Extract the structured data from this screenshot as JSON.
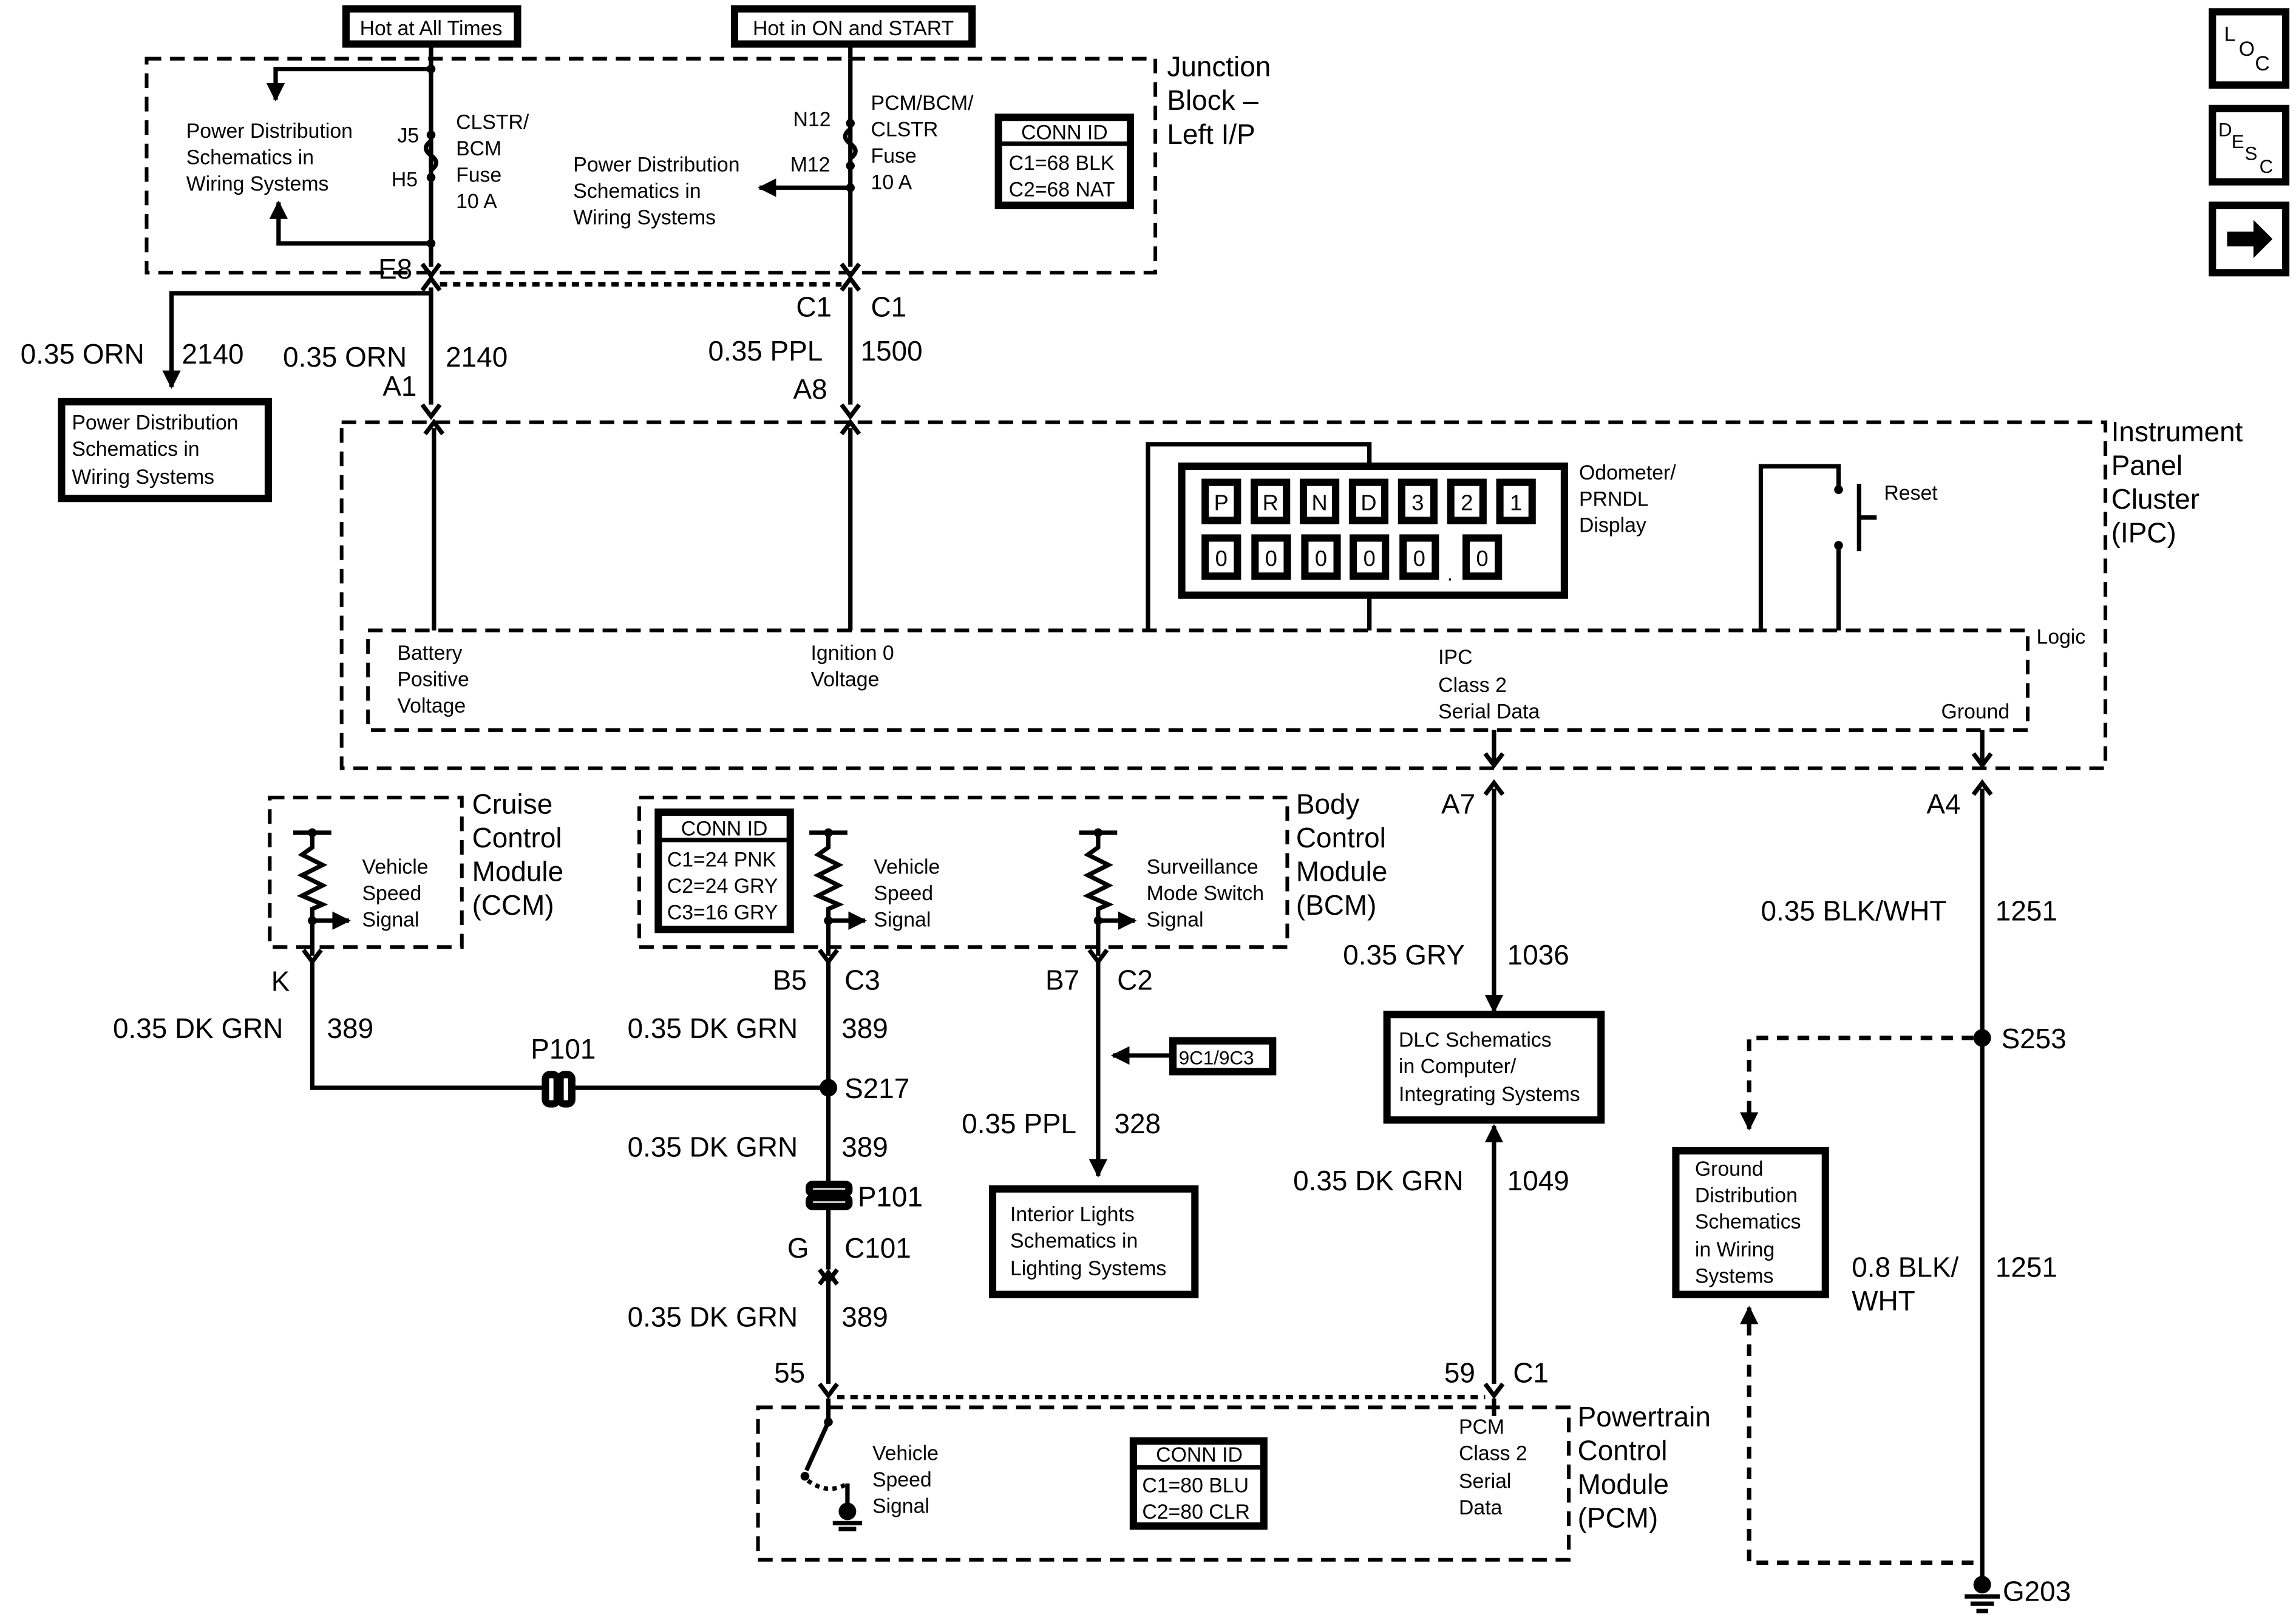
{
  "nav": {
    "loc_icon": "loc-icon",
    "desc_icon": "desc-icon",
    "next_icon": "arrow-right-icon"
  },
  "headers": {
    "hot_all_times": "Hot at All Times",
    "hot_on_start": "Hot in ON and START"
  },
  "junction_block": {
    "title_lines": [
      "Junction",
      "Block –",
      "Left I/P"
    ],
    "left_ref_lines": [
      "Power Distribution",
      "Schematics in",
      "Wiring Systems"
    ],
    "mid_ref_lines": [
      "Power Distribution",
      "Schematics in",
      "Wiring Systems"
    ],
    "fuse1_lines": [
      "CLSTR/",
      "BCM",
      "Fuse",
      "10 A"
    ],
    "fuse1_pins": [
      "J5",
      "H5"
    ],
    "fuse2_lines": [
      "PCM/BCM/",
      "CLSTR",
      "Fuse",
      "10 A"
    ],
    "fuse2_pins": [
      "N12",
      "M12"
    ],
    "conn_id_title": "CONN ID",
    "conn_id_lines": [
      "C1=68 BLK",
      "C2=68 NAT"
    ]
  },
  "wires": {
    "e8": "E8",
    "c1_left": "C1",
    "c1_right": "C1",
    "branch_orn_color": "0.35 ORN",
    "branch_orn_circuit": "2140",
    "orn_color": "0.35 ORN",
    "orn_circuit": "2140",
    "ppl_color": "0.35 PPL",
    "ppl_circuit": "1500",
    "a1": "A1",
    "a8": "A8",
    "pd_box_lines": [
      "Power Distribution",
      "Schematics in",
      "Wiring Systems"
    ]
  },
  "ipc": {
    "title_lines": [
      "Instrument",
      "Panel",
      "Cluster",
      "(IPC)"
    ],
    "prndl_chars": [
      "P",
      "R",
      "N",
      "D",
      "3",
      "2",
      "1"
    ],
    "odometer_digits": [
      "0",
      "0",
      "0",
      "0",
      "0",
      "0"
    ],
    "decimal_point": ".",
    "display_lines": [
      "Odometer/",
      "PRNDL",
      "Display"
    ],
    "reset": "Reset",
    "logic": "Logic",
    "battery_lines": [
      "Battery",
      "Positive",
      "Voltage"
    ],
    "ignition_lines": [
      "Ignition 0",
      "Voltage"
    ],
    "serial_lines": [
      "IPC",
      "Class 2",
      "Serial Data"
    ],
    "ground": "Ground"
  },
  "ccm": {
    "title_lines": [
      "Cruise",
      "Control",
      "Module",
      "(CCM)"
    ],
    "signal_lines": [
      "Vehicle",
      "Speed",
      "Signal"
    ],
    "pin": "K"
  },
  "bcm": {
    "title_lines": [
      "Body",
      "Control",
      "Module",
      "(BCM)"
    ],
    "conn_id_title": "CONN ID",
    "conn_id_lines": [
      "C1=24 PNK",
      "C2=24 GRY",
      "C3=16 GRY"
    ],
    "vss_lines": [
      "Vehicle",
      "Speed",
      "Signal"
    ],
    "surv_lines": [
      "Surveillance",
      "Mode Switch",
      "Signal"
    ],
    "pin_b5": "B5",
    "pin_c3": "C3",
    "pin_b7": "B7",
    "pin_c2": "C2"
  },
  "circuits": {
    "k_color": "0.35 DK GRN",
    "k_circuit": "389",
    "b5_color": "0.35 DK GRN",
    "b5_circuit": "389",
    "p101_a": "P101",
    "s217": "S217",
    "mid_color": "0.35 DK GRN",
    "mid_circuit": "389",
    "p101_b": "P101",
    "g": "G",
    "c101": "C101",
    "low_color": "0.35 DK GRN",
    "low_circuit": "389",
    "pin_55": "55",
    "ppl_color": "0.35 PPL",
    "ppl_circuit": "328",
    "ref_9c": "9C1/9C3",
    "interior_lines": [
      "Interior Lights",
      "Schematics in",
      "Lighting Systems"
    ],
    "a7": "A7",
    "gry_color": "0.35 GRY",
    "gry_circuit": "1036",
    "dlc_lines": [
      "DLC Schematics",
      "in Computer/",
      "Integrating Systems"
    ],
    "dkgrn_1049_color": "0.35 DK GRN",
    "dkgrn_1049_circuit": "1049",
    "pin_59": "59",
    "pin_c1": "C1",
    "a4": "A4",
    "blkwht_color": "0.35 BLK/WHT",
    "blkwht_circuit": "1251",
    "s253": "S253",
    "ground_dist_lines": [
      "Ground",
      "Distribution",
      "Schematics",
      "in Wiring",
      "Systems"
    ],
    "bw08_lines": [
      "0.8 BLK/",
      "WHT"
    ],
    "bw08_circuit": "1251",
    "g203": "G203"
  },
  "pcm": {
    "title_lines": [
      "Powertrain",
      "Control",
      "Module",
      "(PCM)"
    ],
    "vss_lines": [
      "Vehicle",
      "Speed",
      "Signal"
    ],
    "conn_id_title": "CONN ID",
    "conn_id_lines": [
      "C1=80 BLU",
      "C2=80 CLR"
    ],
    "serial_lines": [
      "PCM",
      "Class 2",
      "Serial",
      "Data"
    ]
  }
}
